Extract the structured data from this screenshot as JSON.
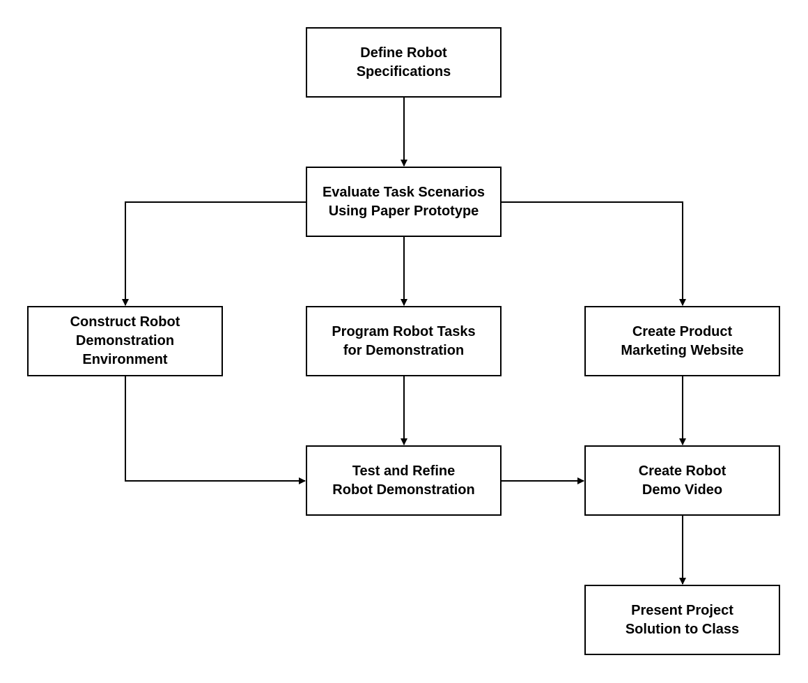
{
  "nodes": {
    "define": "Define Robot\nSpecifications",
    "evaluate": "Evaluate Task Scenarios\nUsing Paper Prototype",
    "construct": "Construct Robot\nDemonstration\nEnvironment",
    "program": "Program Robot Tasks\nfor Demonstration",
    "marketing": "Create Product\nMarketing Website",
    "test": "Test and Refine\nRobot Demonstration",
    "video": "Create Robot\nDemo Video",
    "present": "Present Project\nSolution to Class"
  },
  "edges": [
    {
      "from": "define",
      "to": "evaluate"
    },
    {
      "from": "evaluate",
      "to": "construct"
    },
    {
      "from": "evaluate",
      "to": "program"
    },
    {
      "from": "evaluate",
      "to": "marketing"
    },
    {
      "from": "construct",
      "to": "test"
    },
    {
      "from": "program",
      "to": "test"
    },
    {
      "from": "marketing",
      "to": "video"
    },
    {
      "from": "test",
      "to": "video"
    },
    {
      "from": "video",
      "to": "present"
    }
  ],
  "colors": {
    "line": "#000000",
    "box_border": "#000000",
    "background": "#ffffff"
  }
}
